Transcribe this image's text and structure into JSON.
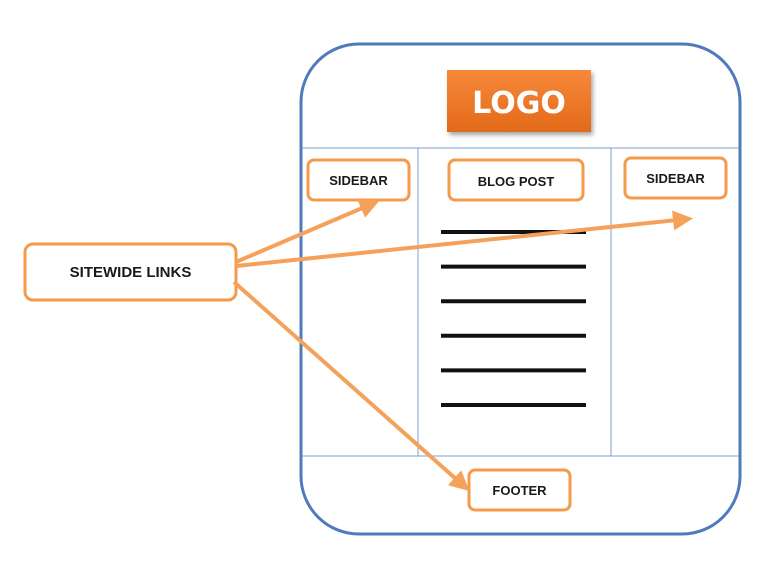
{
  "logo": {
    "label": "LOGO"
  },
  "labels": {
    "sidebar_left": "SIDEBAR",
    "blog_post": "BLOG POST",
    "sidebar_right": "SIDEBAR",
    "footer": "FOOTER",
    "sitewide_links": "SITEWIDE LINKS"
  },
  "blog_post_line_count": 6,
  "colors": {
    "frame_stroke": "#4f7bbd",
    "divider": "#7f9fcf",
    "label_border": "#f39a4b",
    "arrow": "#f5a15a",
    "logo_fill_top": "#f7883a",
    "logo_fill_bottom": "#e36c1c",
    "text_line": "#111111"
  }
}
